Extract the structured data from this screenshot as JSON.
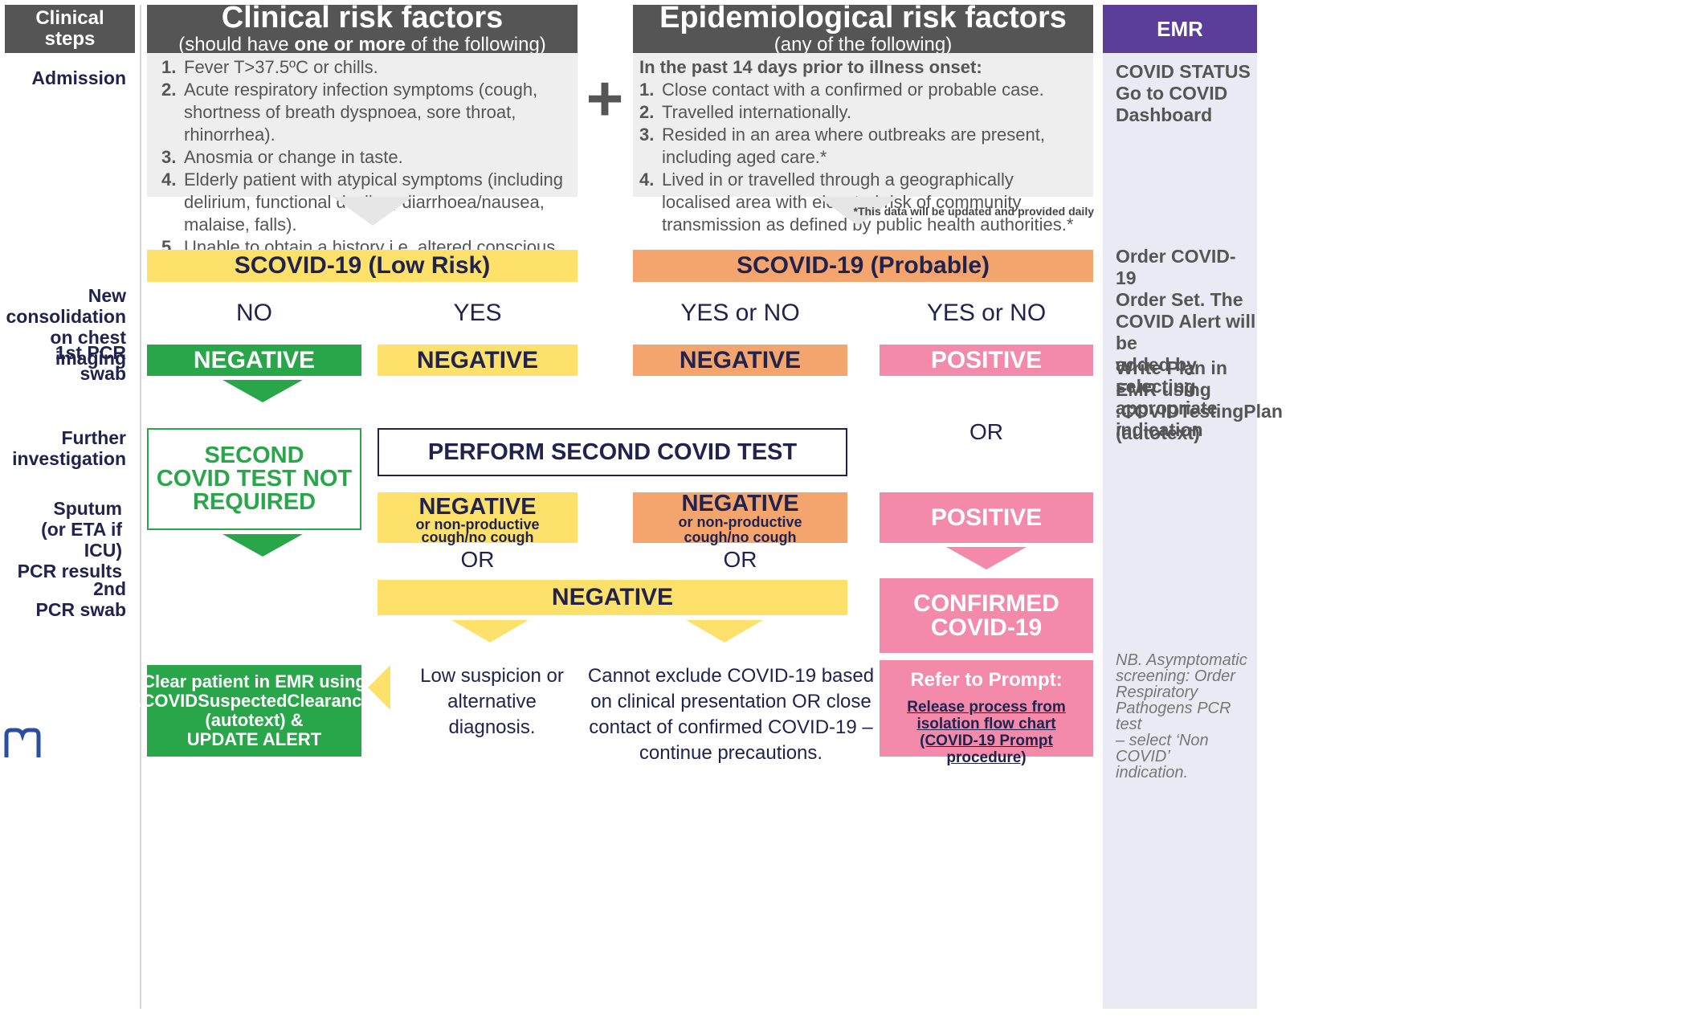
{
  "header": {
    "clinical_steps": "Clinical\nsteps",
    "clinical_title": "Clinical risk factors",
    "clinical_sub_pre": "(should have ",
    "clinical_sub_bold": "one or more",
    "clinical_sub_post": " of the following)",
    "epi_title": "Epidemiological risk factors",
    "epi_sub": "(any of the following)",
    "emr": "EMR"
  },
  "steps": {
    "admission": "Admission",
    "consolidation": "New consolidation\non chest imaging",
    "pcr1": "1st PCR swab",
    "further": "Further\ninvestigation",
    "sputum": "Sputum\n(or ETA if ICU)\nPCR results",
    "pcr2": "2nd\nPCR swab"
  },
  "clinical_factors": [
    {
      "num": "1.",
      "text": "Fever T>37.5ºC or chills."
    },
    {
      "num": "2.",
      "text": "Acute respiratory infection symptoms (cough, shortness of breath dyspnoea, sore throat, rhinorrhea)."
    },
    {
      "num": "3.",
      "text": "Anosmia or change in taste."
    },
    {
      "num": "4.",
      "text": "Elderly patient with atypical symptoms (including delirium, functional decline, diarrhoea/nausea, malaise, falls)."
    },
    {
      "num": "5.",
      "text": "Unable to obtain a history i.e. altered conscious state"
    }
  ],
  "epi_intro": "In the past 14 days prior to illness onset:",
  "epi_factors": [
    {
      "num": "1.",
      "text": "Close contact with a confirmed or probable case."
    },
    {
      "num": "2.",
      "text": "Travelled internationally."
    },
    {
      "num": "3.",
      "text": "Resided in an area where outbreaks are present, including aged care.*"
    },
    {
      "num": "4.",
      "text": "Lived in or travelled through a geographically localised area with elevated risk of community transmission as defined by public health authorities.*"
    }
  ],
  "footnote": "*This data will be updated and provided daily",
  "plus_glyph": "+",
  "low_risk": "SCOVID-19 (Low Risk)",
  "probable": "SCOVID-19 (Probable)",
  "consolidation_answers": [
    "NO",
    "YES",
    "YES or NO",
    "YES or NO"
  ],
  "pcr1_results": [
    "NEGATIVE",
    "NEGATIVE",
    "NEGATIVE",
    "POSITIVE"
  ],
  "or_label": "OR",
  "second_not_required": "SECOND\nCOVID TEST NOT\nREQUIRED",
  "perform_second": "PERFORM SECOND COVID TEST",
  "sputum_neg_title": "NEGATIVE",
  "sputum_neg_sub": "or non-productive\ncough/no cough",
  "sputum_pos": "POSITIVE",
  "pcr2_negative": "NEGATIVE",
  "confirmed": "CONFIRMED\nCOVID-19",
  "clear_patient": "Clear patient in EMR using\n.COVIDSuspectedClearance\n(autotext) &\nUPDATE ALERT",
  "low_suspicion": "Low suspicion or\nalternative diagnosis.",
  "cannot_exclude": "Cannot exclude COVID-19 based\non clinical presentation OR close\ncontact of confirmed COVID-19 –\ncontinue precautions.",
  "refer_title": "Refer to Prompt:",
  "refer_link": "Release process from\nisolation flow chart\n(COVID-19 Prompt procedure)",
  "emr_notes": {
    "status": "COVID STATUS\nGo to COVID\nDashboard",
    "order": "Order COVID-19\nOrder Set. The\nCOVID Alert will be\nadded by selecting\nappropriate\nindication",
    "plan": "Write Plan in\nEMR using\n.COVIDTestingPlan\n(autotext)",
    "nb": "NB. Asymptomatic\nscreening: Order\nRespiratory\nPathogens PCR test\n– select ‘Non COVID’\nindication."
  },
  "colors": {
    "header_dark": "#555555",
    "emr_purple": "#5a3e99",
    "navy_text": "#21234f",
    "yellow": "#fde16a",
    "orange": "#f4a46d",
    "green": "#2aa64a",
    "pink": "#f38aaa"
  }
}
